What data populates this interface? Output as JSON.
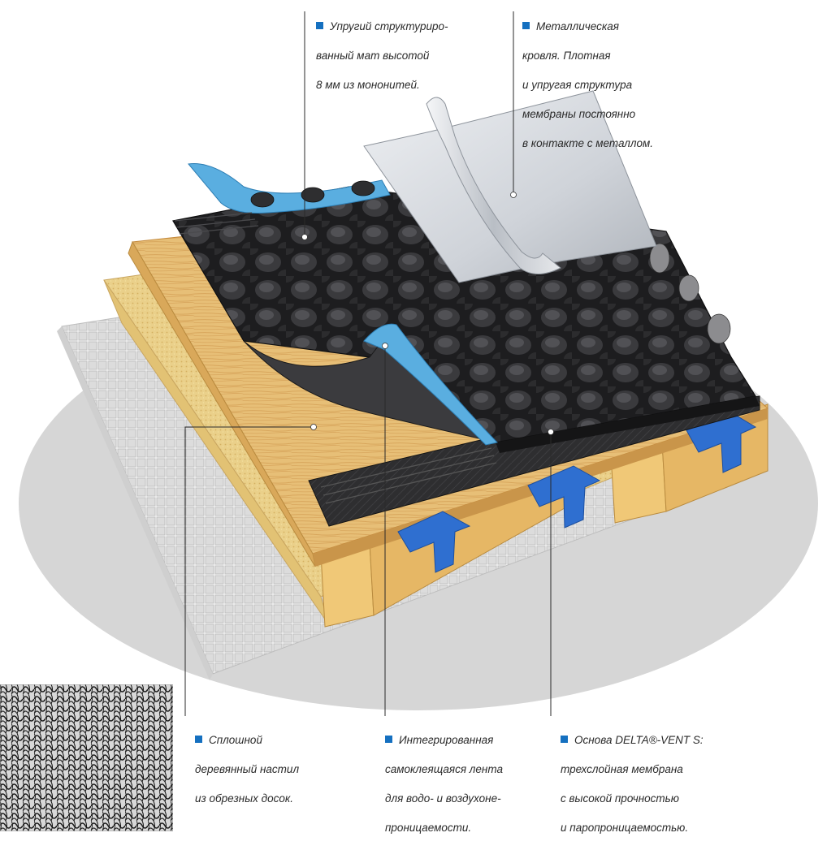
{
  "labels": {
    "mat": {
      "line1": "Упругий структуриро-",
      "line2": "ванный мат высотой",
      "line3": "8 мм из мононитей."
    },
    "metal_roof": {
      "line1": "Металлическая",
      "line2": "кровля. Плотная",
      "line3": "и упругая структура",
      "line4": "мембраны постоянно",
      "line5": "в контакте с металлом."
    },
    "decking": {
      "line1": "Сплошной",
      "line2": "деревянный настил",
      "line3": "из обрезных досок."
    },
    "tape": {
      "line1": "Интегрированная",
      "line2": "самоклеящаяся лента",
      "line3": "для водо- и воздухоне-",
      "line4": "проницаемости."
    },
    "base": {
      "line1": "Основа DELTA®-VENT S:",
      "line2": "трехслойная мембрана",
      "line3": "с высокой прочностью",
      "line4": "и паропроницаемостью."
    }
  },
  "colors": {
    "accent_marker": "#1570c0",
    "vent_arrow": "#2f6fd0",
    "tape": "#5aaee0",
    "membrane": "#2a2a2c",
    "wood": "#e7bf77",
    "metal": "#d9dde2",
    "shadow": "#d8d8d8"
  }
}
